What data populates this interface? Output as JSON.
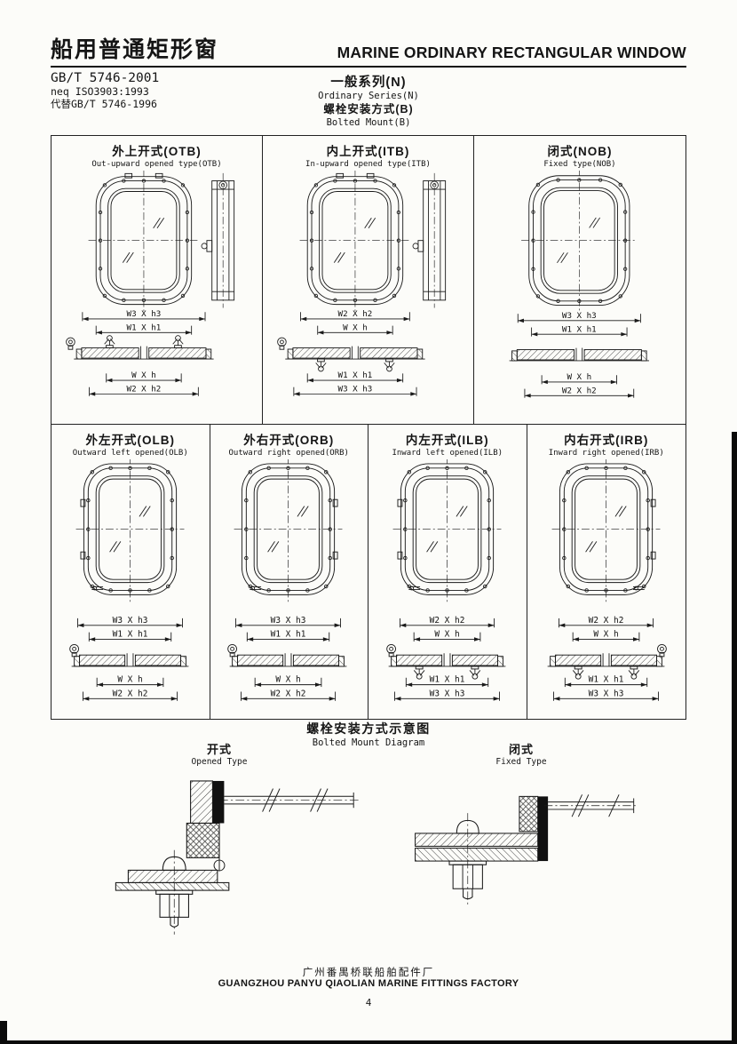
{
  "header": {
    "title_zh": "船用普通矩形窗",
    "title_en": "MARINE ORDINARY RECTANGULAR WINDOW",
    "standard": "GB/T 5746-2001",
    "neq": "neq ISO3903:1993",
    "replaces": "代替GB/T 5746-1996",
    "series_zh": "一般系列(N)",
    "series_en": "Ordinary Series(N)",
    "mount_zh": "螺栓安装方式(B)",
    "mount_en": "Bolted Mount(B)"
  },
  "windows": [
    {
      "code": "OTB",
      "title_zh": "外上开式(OTB)",
      "title_en": "Out-upward opened type(OTB)",
      "dims": [
        "W3 X h3",
        "W1 X h1",
        "W X h",
        "W2 X h2"
      ]
    },
    {
      "code": "ITB",
      "title_zh": "内上开式(ITB)",
      "title_en": "In-upward opened type(ITB)",
      "dims": [
        "W2 X h2",
        "W X h",
        "W1 X h1",
        "W3 X h3"
      ]
    },
    {
      "code": "NOB",
      "title_zh": "闭式(NOB)",
      "title_en": "Fixed type(NOB)",
      "dims": [
        "W3 X h3",
        "W1 X h1",
        "W X h",
        "W2 X h2"
      ]
    },
    {
      "code": "OLB",
      "title_zh": "外左开式(OLB)",
      "title_en": "Outward left opened(OLB)",
      "dims": [
        "W3 X h3",
        "W1 X h1",
        "W X h",
        "W2 X h2"
      ]
    },
    {
      "code": "ORB",
      "title_zh": "外右开式(ORB)",
      "title_en": "Outward right opened(ORB)",
      "dims": [
        "W3 X h3",
        "W1 X h1",
        "W X h",
        "W2 X h2"
      ]
    },
    {
      "code": "ILB",
      "title_zh": "内左开式(ILB)",
      "title_en": "Inward left opened(ILB)",
      "dims": [
        "W2 X h2",
        "W X h",
        "W1 X h1",
        "W3 X h3"
      ]
    },
    {
      "code": "IRB",
      "title_zh": "内右开式(IRB)",
      "title_en": "Inward right opened(IRB)",
      "dims": [
        "W2 X h2",
        "W X h",
        "W1 X h1",
        "W3 X h3"
      ]
    }
  ],
  "mount_diagram": {
    "title_zh": "螺栓安装方式示意图",
    "title_en": "Bolted Mount Diagram",
    "opened_zh": "开式",
    "opened_en": "Opened Type",
    "fixed_zh": "闭式",
    "fixed_en": "Fixed Type"
  },
  "footer": {
    "factory_zh": "广州番禺桥联船舶配件厂",
    "factory_en": "GUANGZHOU PANYU QIAOLIAN MARINE FITTINGS FACTORY",
    "page_number": "4"
  }
}
